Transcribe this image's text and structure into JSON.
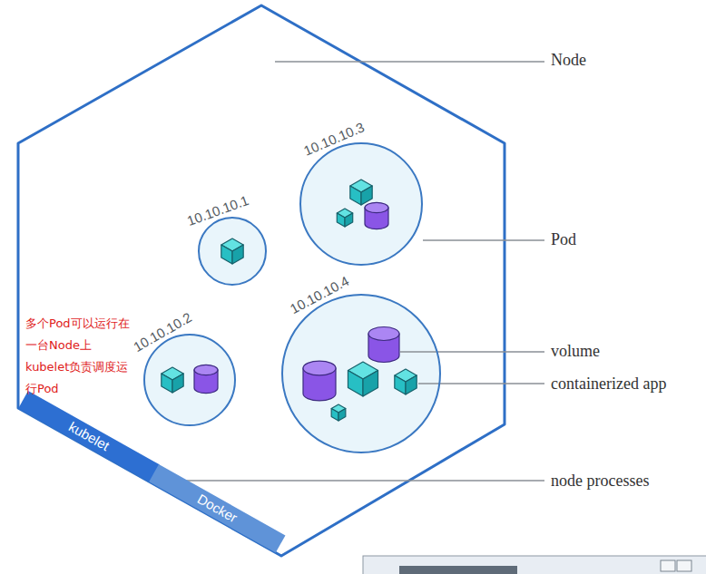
{
  "diagram": {
    "nodes": [
      {
        "text": [
          "10.10.10.3"
        ]
      },
      {
        "text": [
          "10.10.10.1"
        ]
      },
      {
        "text": [
          "10.10.10.4"
        ]
      },
      {
        "text": [
          "10.10.10.2"
        ]
      },
      {
        "text": [
          "kubelet"
        ]
      },
      {
        "text": [
          "Docker"
        ]
      }
    ],
    "labels": [
      "Node",
      "Pod",
      "volume",
      "containerized app",
      "node processes",
      "多个Pod可以运行在一台Node上",
      "kubelet负责调度运行Pod"
    ]
  }
}
